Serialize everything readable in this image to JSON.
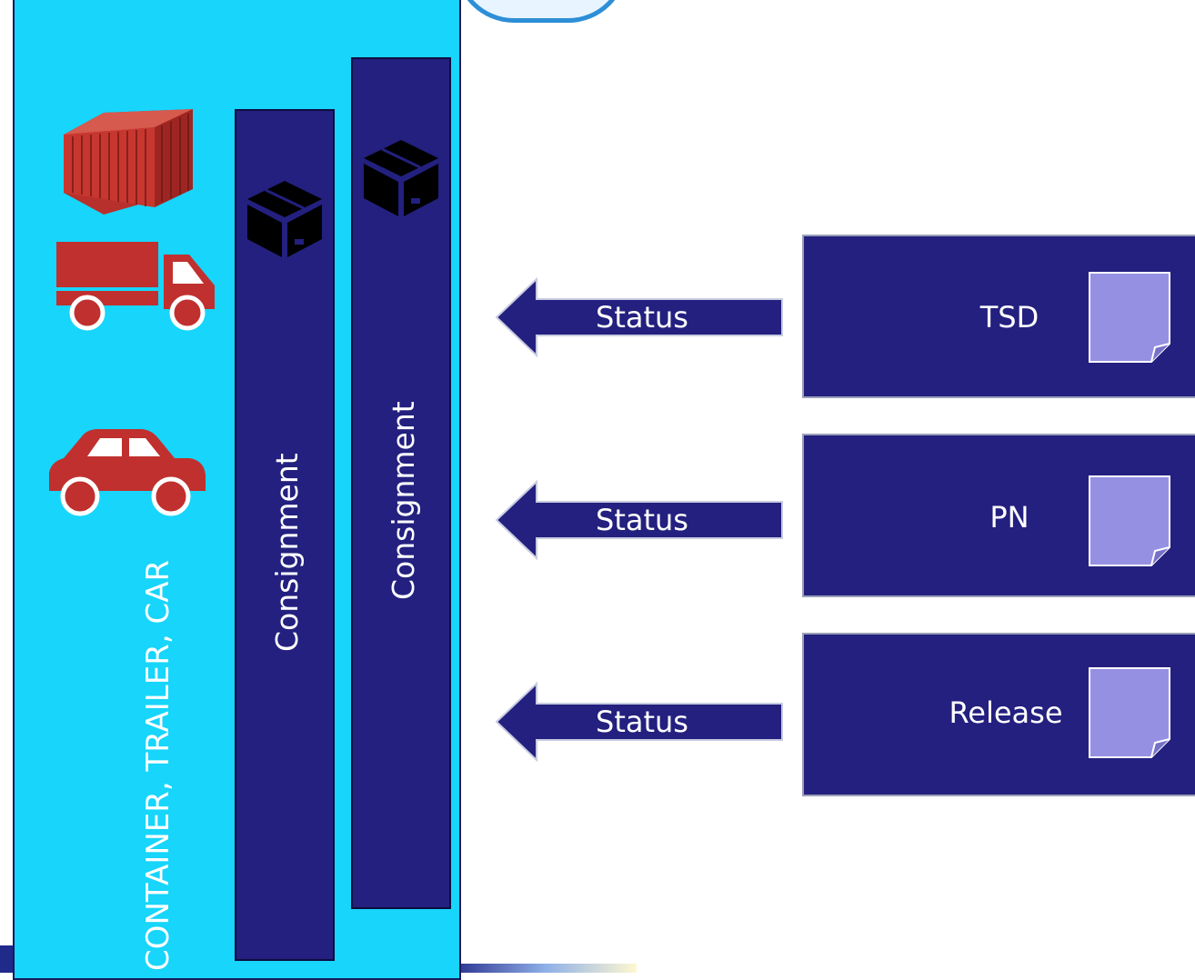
{
  "panel": {
    "label": "CONTAINER, TRAILER, CAR"
  },
  "consignments": [
    {
      "label": "Consignment"
    },
    {
      "label": "Consignment"
    }
  ],
  "statuses": [
    {
      "label": "Status"
    },
    {
      "label": "Status"
    },
    {
      "label": "Status"
    }
  ],
  "documents": [
    {
      "label": "TSD"
    },
    {
      "label": "PN"
    },
    {
      "label": "Release"
    }
  ],
  "colors": {
    "panel": "#17d5fb",
    "navy": "#23207f",
    "vehicle_red": "#c0302e",
    "note": "#9690e3"
  },
  "icons": [
    "shipping-container-icon",
    "truck-icon",
    "car-icon",
    "package-box-icon",
    "document-note-icon"
  ]
}
